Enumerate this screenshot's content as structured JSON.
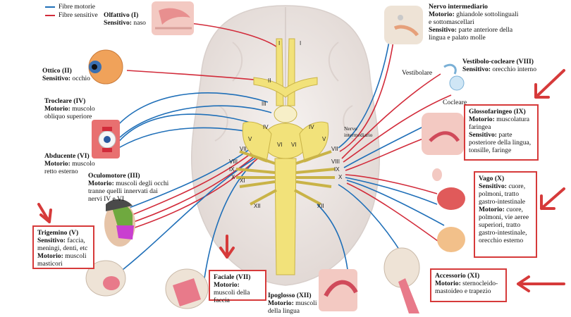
{
  "colors": {
    "motor": "#1f6fb8",
    "sensory": "#d22b3a",
    "highlight": "#d63a3a",
    "brain": "#ece6e3",
    "nerve": "#f2e27a",
    "nerve_stroke": "#c9b347"
  },
  "legend": {
    "motor": "Fibre motorie",
    "sensory": "Fibre sensitive"
  },
  "nerves": {
    "olfactory": {
      "name": "Olfattivo (I)",
      "sens_label": "Sensitivo:",
      "sens": "naso"
    },
    "optic": {
      "name": "Ottico (II)",
      "sens_label": "Sensitivo:",
      "sens": "occhio"
    },
    "trochlear": {
      "name": "Trocleare (IV)",
      "mot_label": "Motorio:",
      "mot": "muscolo obliquo superiore"
    },
    "abducens": {
      "name": "Abducente (VI)",
      "mot_label": "Motorio:",
      "mot": "muscolo retto esterno"
    },
    "oculomotor": {
      "name": "Oculomotore (III)",
      "mot_label": "Motorio:",
      "mot": "muscoli degli occhi tranne quelli innervati dai nervi IV e VI"
    },
    "trigeminal": {
      "name": "Trigemino (V)",
      "sens_label": "Sensitivo:",
      "sens": "faccia, meningi, denti, etc",
      "mot_label": "Motorio:",
      "mot": "muscoli masticori"
    },
    "facial": {
      "name": "Faciale (VII)",
      "mot_label": "Motorio:",
      "mot": "muscoli della faccia"
    },
    "hypoglossal": {
      "name": "Ipoglosso (XII)",
      "mot_label": "Motorio:",
      "mot": "muscoli della lingua"
    },
    "intermediate": {
      "name": "Nervo intermediario",
      "mot_label": "Motorio:",
      "mot": "ghiandole sottolinguali e sottomascellari",
      "sens_label": "Sensitivo:",
      "sens": "parte anteriore della lingua e palato molle"
    },
    "vestibulocochlear": {
      "name": "Vestibolo-cocleare (VIII)",
      "sens_label": "Sensitivo:",
      "sens": "orecchio interno",
      "vestibular": "Vestibolare",
      "cochlear": "Cocleare"
    },
    "glossopharyngeal": {
      "name": "Glossofaringeo (IX)",
      "mot_label": "Motorio:",
      "mot": "muscolatura faringea",
      "sens_label": "Sensitivo:",
      "sens": "parte posteriore della lingua, tonsille, faringe"
    },
    "vagus": {
      "name": "Vago (X)",
      "sens_label": "Sensitivo:",
      "sens": "cuore, polmoni, tratto gastro-intestinale",
      "mot_label": "Motorio:",
      "mot": "cuore, polmoni, vie aeree superiori, tratto gastro-intestinale, orecchio esterno"
    },
    "accessory": {
      "name": "Accessorio (XI)",
      "mot_label": "Motorio:",
      "mot": "sternocleido-mastoideo e trapezio"
    }
  },
  "center_label": "Nervo intermediario",
  "numerals": {
    "i_left": "I",
    "i_right": "I",
    "ii": "II",
    "iii": "III",
    "iv_left": "IV",
    "iv_right": "IV",
    "v_left": "V",
    "v_right": "V",
    "vi_left": "VI",
    "vi_right": "VI",
    "vii_left": "VII",
    "vii_right": "VII",
    "viii_left": "VIII",
    "viii_right": "VIII",
    "ix_left": "IX",
    "ix_right": "IX",
    "x_left": "X",
    "x_right": "X",
    "xi": "XI",
    "xii_left": "XII",
    "xii_right": "XII"
  }
}
